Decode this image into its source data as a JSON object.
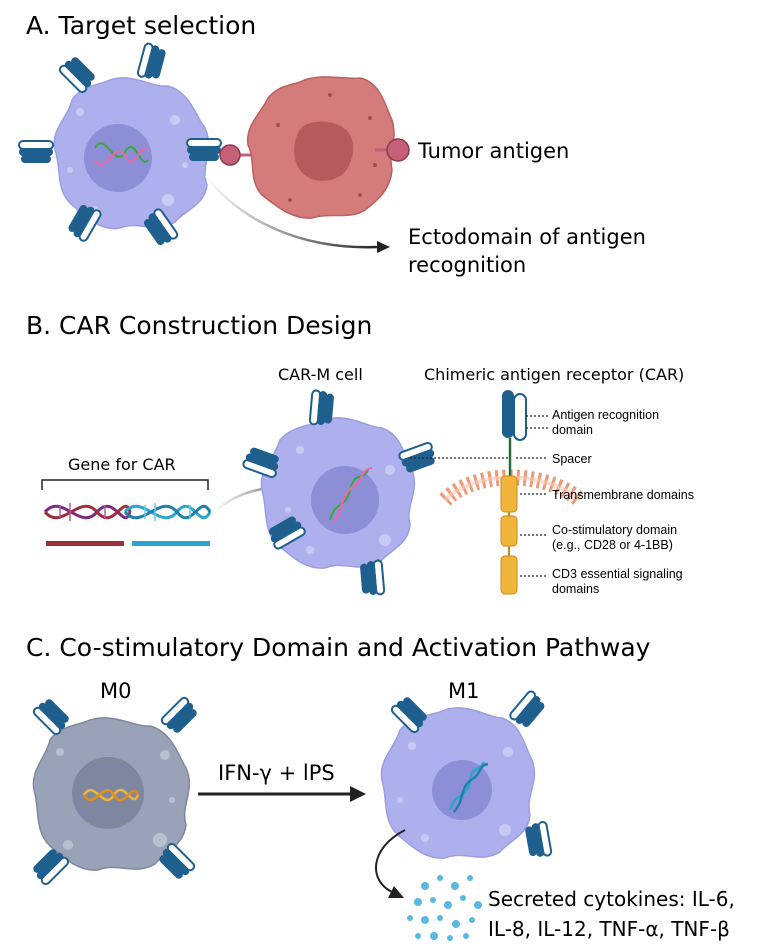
{
  "sections": {
    "a": {
      "title": "A. Target selection",
      "tumor_antigen": "Tumor antigen",
      "ectodomain_line1": "Ectodomain of antigen",
      "ectodomain_line2": "recognition"
    },
    "b": {
      "title": "B. CAR Construction Design",
      "gene_label": "Gene for CAR",
      "carm_label": "CAR-M cell",
      "car_title": "Chimeric antigen receptor (CAR)",
      "parts": {
        "antigen_line1": "Antigen recognition",
        "antigen_line2": "domain",
        "spacer": "Spacer",
        "transmembrane": "Transmembrane domains",
        "costim_line1": "Co-stimulatory domain",
        "costim_line2": "(e.g., CD28 or 4-1BB)",
        "cd3_line1": "CD3 essential signaling",
        "cd3_line2": "domains"
      }
    },
    "c": {
      "title": "C. Co-stimulatory Domain and Activation Pathway",
      "m0": "M0",
      "m1": "M1",
      "stimulus": "IFN-γ + lPS",
      "cytokines_line1": "Secreted cytokines: IL-6,",
      "cytokines_line2": "IL-8, IL-12, TNF-α, TNF-β"
    }
  },
  "colors": {
    "macrophage": "#aeb0ee",
    "macrophage_stroke": "#8f93d8",
    "nucleus": "#8c8fd6",
    "m0_cell": "#9aa2b8",
    "m0_nucleus": "#7e86a0",
    "tumor": "#d47b7b",
    "tumor_nucleus": "#b55b5e",
    "receptor": "#1f5f8e",
    "antigen": "#c46077",
    "gene_red": "#9c2f3a",
    "gene_blue": "#2aa6cc",
    "car_domain": "#f0b53a",
    "membrane": "#ee9a78",
    "cytokine": "#59b8e4"
  }
}
